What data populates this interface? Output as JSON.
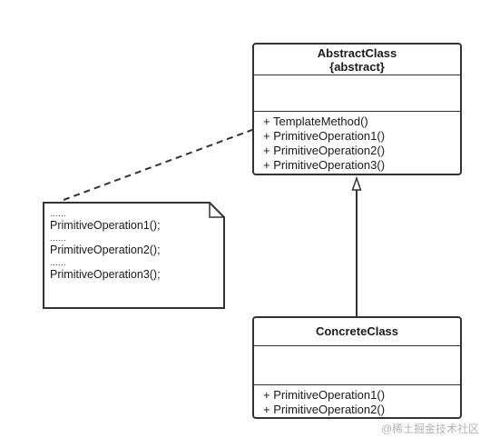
{
  "abstract_class": {
    "name": "AbstractClass",
    "stereotype": "{abstract}",
    "operations": [
      "+ TemplateMethod()",
      "+ PrimitiveOperation1()",
      "+ PrimitiveOperation2()",
      "+ PrimitiveOperation3()"
    ]
  },
  "concrete_class": {
    "name": "ConcreteClass",
    "operations": [
      "+ PrimitiveOperation1()",
      "+ PrimitiveOperation2()"
    ]
  },
  "note": {
    "lines": [
      "......",
      "PrimitiveOperation1();",
      "......",
      "PrimitiveOperation2();",
      "......",
      "PrimitiveOperation3();"
    ]
  },
  "watermark": "@稀土掘金技术社区",
  "colors": {
    "stroke": "#333333",
    "watermark": "#b4b4b4"
  }
}
